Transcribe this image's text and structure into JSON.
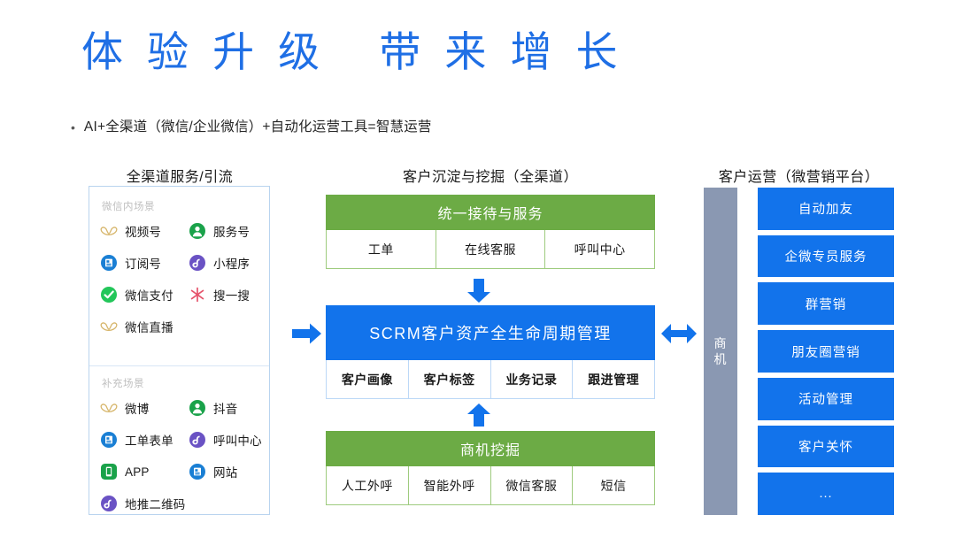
{
  "slide": {
    "title": "体 验 升 级   带 来 增 长",
    "bullet": "AI+全渠道（微信/企业微信）+自动化运营工具=智慧运营",
    "bullet_marker": "•"
  },
  "colors": {
    "title_blue": "#1f6fe5",
    "band_green": "#6CAB45",
    "band_blue": "#1273EB",
    "gray_bar": "#8A98B2",
    "panel_border": "#b9d4ef"
  },
  "columns": {
    "left_header": "全渠道服务/引流",
    "middle_header": "客户沉淀与挖掘（全渠道）",
    "right_header": "客户运营（微营销平台）"
  },
  "channel_panel": {
    "groups": [
      {
        "title": "微信内场景",
        "items": [
          {
            "label": "视频号",
            "icon": "wechat-channels-icon"
          },
          {
            "label": "服务号",
            "icon": "service-account-icon"
          },
          {
            "label": "订阅号",
            "icon": "subscription-account-icon"
          },
          {
            "label": "小程序",
            "icon": "mini-program-icon"
          },
          {
            "label": "微信支付",
            "icon": "wechat-pay-icon"
          },
          {
            "label": "搜一搜",
            "icon": "search-star-icon"
          },
          {
            "label": "微信直播",
            "icon": "wechat-live-icon"
          }
        ]
      },
      {
        "title": "补充场景",
        "items": [
          {
            "label": "微博",
            "icon": "weibo-icon"
          },
          {
            "label": "抖音",
            "icon": "douyin-icon"
          },
          {
            "label": "工单表单",
            "icon": "ticket-form-icon"
          },
          {
            "label": "呼叫中心",
            "icon": "call-center-icon"
          },
          {
            "label": "APP",
            "icon": "app-phone-icon"
          },
          {
            "label": "网站",
            "icon": "website-icon"
          },
          {
            "label": "地推二维码",
            "icon": "qr-code-icon"
          }
        ]
      }
    ]
  },
  "middle": {
    "reception": {
      "band": "统一接待与服务",
      "cells": [
        "工单",
        "在线客服",
        "呼叫中心"
      ]
    },
    "scrm": {
      "band": "SCRM客户资产全生命周期管理",
      "cells": [
        "客户画像",
        "客户标签",
        "业务记录",
        "跟进管理"
      ]
    },
    "opportunity": {
      "band": "商机挖掘",
      "cells": [
        "人工外呼",
        "智能外呼",
        "微信客服",
        "短信"
      ]
    }
  },
  "right": {
    "bar_label": "商机",
    "items": [
      "自动加友",
      "企微专员服务",
      "群营销",
      "朋友圈营销",
      "活动管理",
      "客户关怀",
      "..."
    ]
  }
}
